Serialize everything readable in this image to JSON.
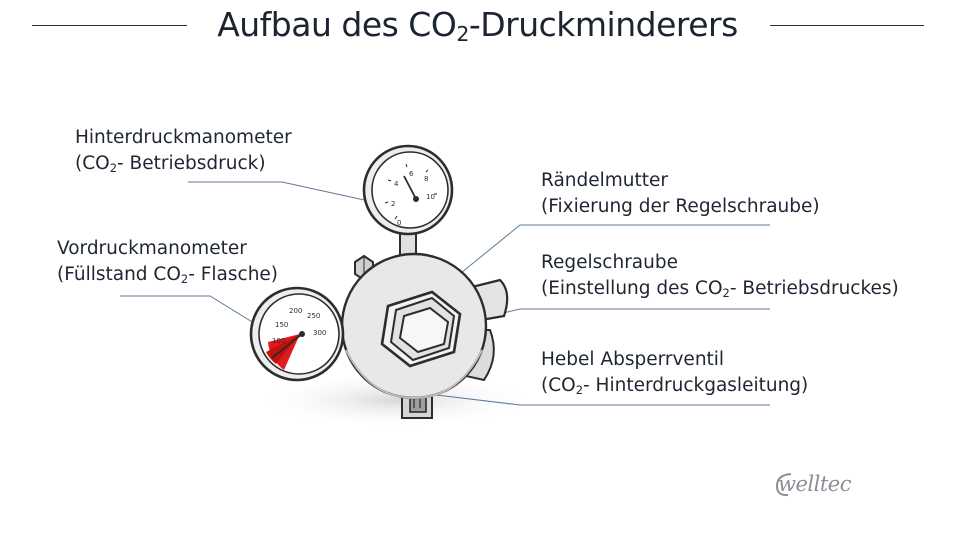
{
  "title": {
    "prefix": "Aufbau des CO",
    "subscript": "2",
    "suffix": "-Druckminderers"
  },
  "labels": {
    "hinterdruck": {
      "line1": "Hinterdruckmanometer",
      "line2_prefix": "(CO",
      "line2_sub": "2",
      "line2_suffix": "- Betriebsdruck)"
    },
    "vordruck": {
      "line1": "Vordruckmanometer",
      "line2_prefix": "(Füllstand CO",
      "line2_sub": "2",
      "line2_suffix": "- Flasche)"
    },
    "raendelmutter": {
      "line1": "Rändelmutter",
      "line2": "(Fixierung der Regelschraube)"
    },
    "regelschraube": {
      "line1": "Regelschraube",
      "line2_prefix": "(Einstellung des CO",
      "line2_sub": "2",
      "line2_suffix": "- Betriebsdruckes)"
    },
    "hebel": {
      "line1": "Hebel Absperrventil",
      "line2_prefix": "(CO",
      "line2_sub": "2",
      "line2_suffix": "- Hinterdruckgasleitung)"
    }
  },
  "gauges": {
    "top": {
      "ticks": [
        "0",
        "2",
        "4",
        "6",
        "8",
        "10"
      ]
    },
    "left": {
      "ticks": [
        "100",
        "150",
        "200",
        "250",
        "300"
      ]
    }
  },
  "logo": {
    "text": "welltec"
  },
  "colors": {
    "text": "#1f2633",
    "leader": "#5f7a96",
    "metal": "#e6e6e6",
    "outline": "#2d2d2d",
    "red_zone": "#e11b1b",
    "logo": "#8a8f96"
  }
}
